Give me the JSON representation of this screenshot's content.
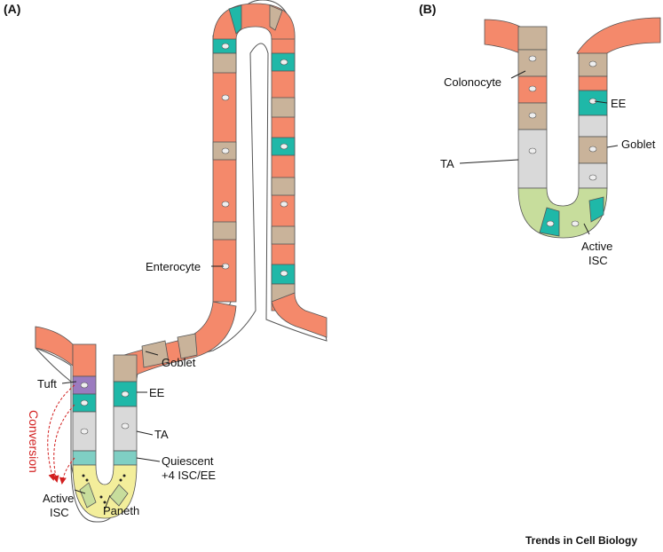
{
  "panels": {
    "a": {
      "tag": "(A)",
      "labels": {
        "enterocyte": "Enterocyte",
        "goblet": "Goblet",
        "tuft": "Tuft",
        "ee": "EE",
        "conversion": "Conversion",
        "ta": "TA",
        "quiescent_line1": "Quiescent",
        "quiescent_line2": "+4 ISC/EE",
        "active_line1": "Active",
        "active_line2": "ISC",
        "paneth": "Paneth"
      }
    },
    "b": {
      "tag": "(B)",
      "labels": {
        "colonocyte": "Colonocyte",
        "ee": "EE",
        "goblet": "Goblet",
        "ta": "TA",
        "active_line1": "Active",
        "active_line2": "ISC"
      }
    }
  },
  "credit": "Trends in Cell Biology",
  "colors": {
    "enterocyte": "#f4896b",
    "goblet": "#c9b39a",
    "enteroendocrine": "#1fb8a8",
    "tuft": "#9b7bbf",
    "transit_amplifying": "#d9d9d9",
    "quiescent": "#7fcfc4",
    "paneth": "#f3ee9b",
    "active_isc": "#c7dd9c",
    "conversion_arrow": "#d21f1f",
    "outline": "#555555"
  }
}
